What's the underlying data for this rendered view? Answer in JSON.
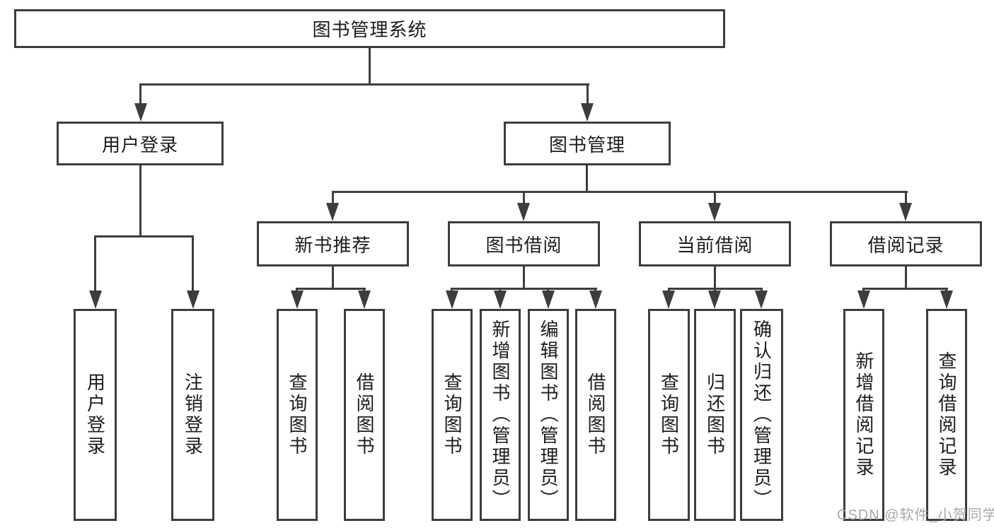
{
  "diagram_title": "图书管理系统",
  "tree": {
    "label": "图书管理系统",
    "children": [
      {
        "label": "用户登录",
        "children": [
          {
            "label": "用户登录"
          },
          {
            "label": "注销登录"
          }
        ]
      },
      {
        "label": "图书管理",
        "children": [
          {
            "label": "新书推荐",
            "children": [
              {
                "label": "查询图书"
              },
              {
                "label": "借阅图书"
              }
            ]
          },
          {
            "label": "图书借阅",
            "children": [
              {
                "label": "查询图书"
              },
              {
                "label": "新增图书（管理员）"
              },
              {
                "label": "编辑图书（管理员）"
              },
              {
                "label": "借阅图书"
              }
            ]
          },
          {
            "label": "当前借阅",
            "children": [
              {
                "label": "查询图书"
              },
              {
                "label": "归还图书"
              },
              {
                "label": "确认归还（管理员）"
              }
            ]
          },
          {
            "label": "借阅记录",
            "children": [
              {
                "label": "新增借阅记录"
              },
              {
                "label": "查询借阅记录"
              }
            ]
          }
        ]
      }
    ]
  },
  "watermark": {
    "text": "CSDN @软件_小贺同学"
  },
  "colors": {
    "line": "#3d3d3d",
    "text": "#1c1c1c",
    "watermark": "#a8a8a8",
    "background": "#ffffff"
  }
}
